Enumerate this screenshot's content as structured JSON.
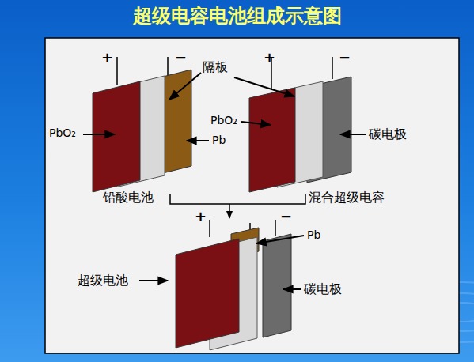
{
  "diagram": {
    "title": "超级电容电池组成示意图",
    "labels": [
      "+",
      "−",
      "隔板",
      "PbO₂",
      "Pb",
      "+",
      "−",
      "PbO₂",
      "碳电极",
      "铅酸电池",
      "混合超级电容",
      "+",
      "−",
      "Pb",
      "超级电池",
      "碳电极"
    ]
  }
}
